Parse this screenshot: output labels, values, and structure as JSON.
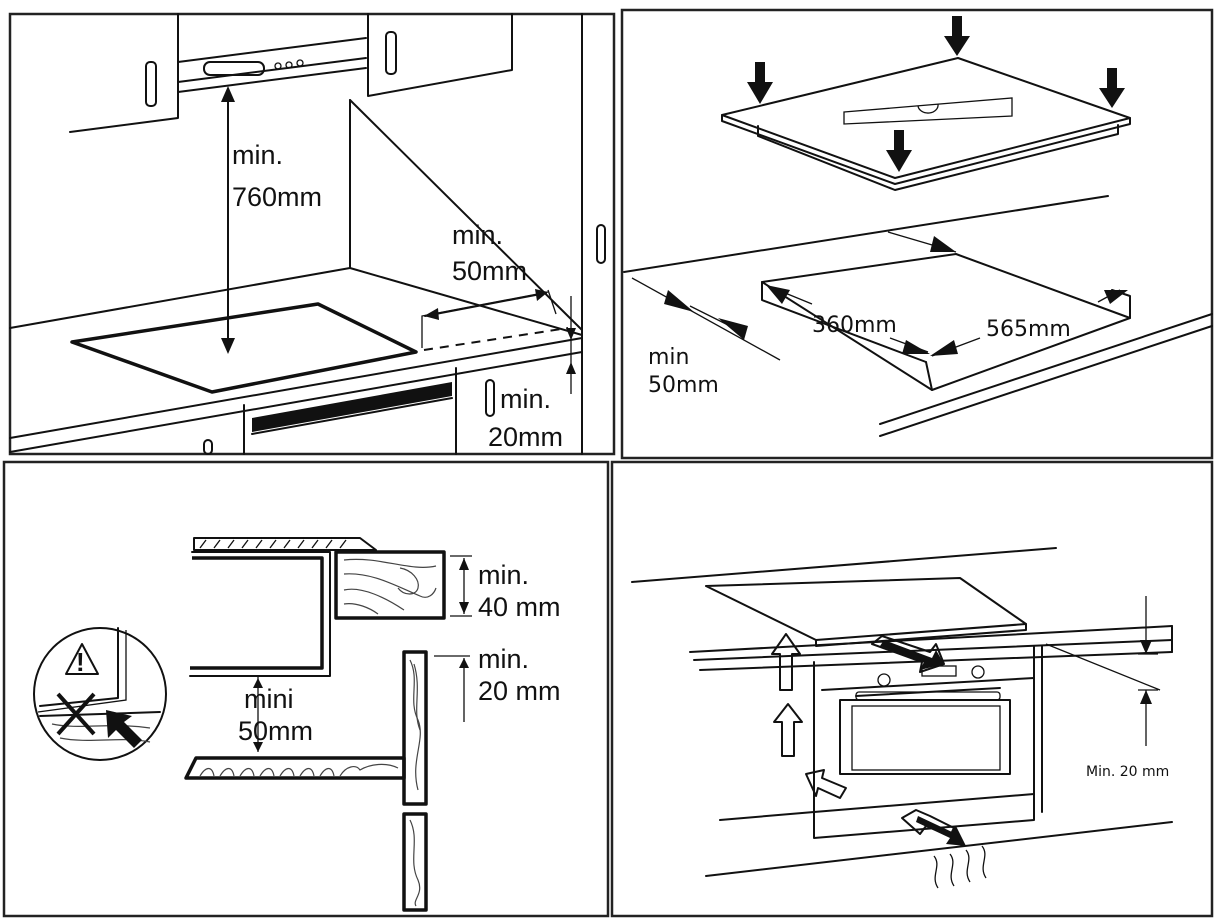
{
  "panels": {
    "p1": {
      "height_min_a": "min.",
      "height_min_b": "760mm",
      "rear_min_a": "min.",
      "rear_min_b": "50mm",
      "side_min_a": "min.",
      "side_min_b": "20mm"
    },
    "p2": {
      "width": "360mm",
      "depth": "565mm",
      "edge_min_a": "min",
      "edge_min_b": "50mm"
    },
    "p3": {
      "top_min_a": "min.",
      "top_min_b": "40 mm",
      "side_min_a": "min.",
      "side_min_b": "20 mm",
      "gap_min_a": "mini",
      "gap_min_b": "50mm",
      "warning_symbol": "!"
    },
    "p4": {
      "gap_label": "Min. 20 mm"
    }
  },
  "colors": {
    "line": "#111111",
    "background": "#ffffff"
  }
}
